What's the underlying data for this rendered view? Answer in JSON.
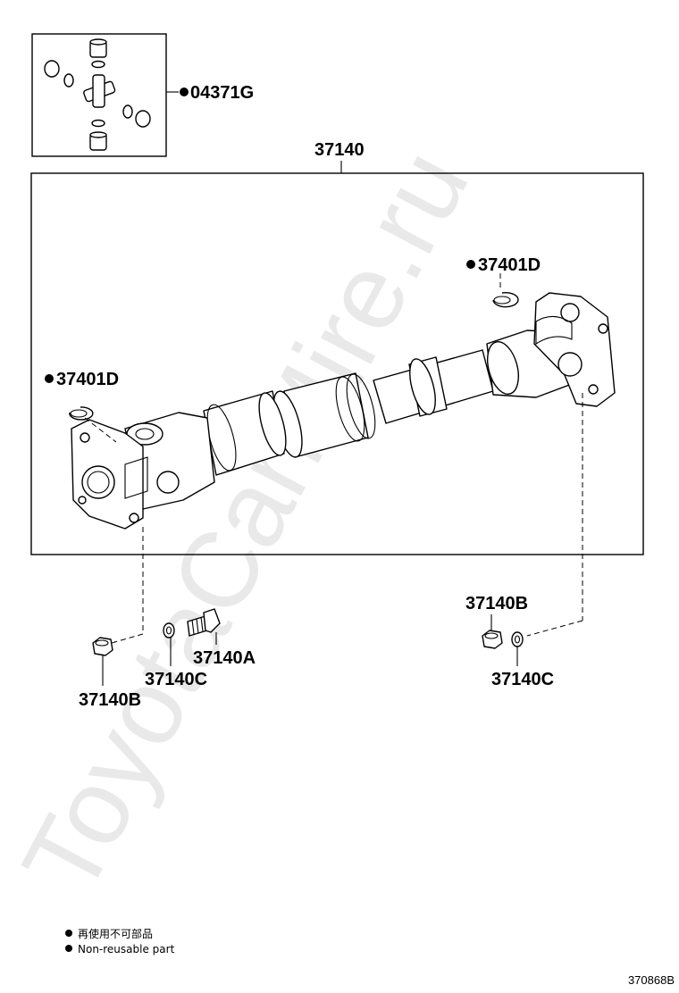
{
  "watermark": "ToyotaCarMire.ru",
  "parts": {
    "spider_kit": "04371G",
    "shaft_assy": "37140",
    "snap_ring_right": "37401D",
    "snap_ring_left": "37401D",
    "bolt": "37140A",
    "nut_left": "37140B",
    "washer_left": "37140C",
    "nut_right": "37140B",
    "washer_right": "37140C"
  },
  "legend": {
    "line1": "再使用不可部品",
    "line2": "Non-reusable part"
  },
  "figure_code": "370868B"
}
